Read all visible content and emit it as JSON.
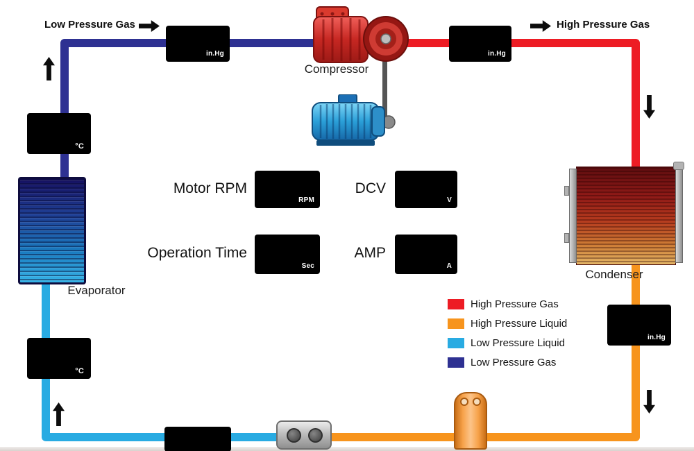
{
  "flow": {
    "inlet_label": "Low Pressure Gas",
    "outlet_label": "High Pressure Gas"
  },
  "components": {
    "compressor": "Compressor",
    "condenser": "Condenser",
    "evaporator": "Evaporator"
  },
  "panel": {
    "motor_rpm": "Motor RPM",
    "dcv": "DCV",
    "operation_time": "Operation Time",
    "amp": "AMP"
  },
  "displays": {
    "suction_pressure_unit": "in.Hg",
    "discharge_pressure_unit": "in.Hg",
    "evaporator_outlet_temp_unit": "°C",
    "evaporator_inlet_temp_unit": "°C",
    "liquid_line_pressure_unit": "in.Hg",
    "motor_rpm_unit": "RPM",
    "dcv_unit": "V",
    "operation_time_unit": "Sec",
    "amp_unit": "A"
  },
  "legend": {
    "items": [
      {
        "label": "High Pressure Gas",
        "color": "#ed1c24"
      },
      {
        "label": "High Pressure Liquid",
        "color": "#f7941d"
      },
      {
        "label": "Low Pressure Liquid",
        "color": "#29abe2"
      },
      {
        "label": "Low Pressure Gas",
        "color": "#2e3192"
      }
    ]
  },
  "colors": {
    "high_pressure_gas": "#ed1c24",
    "high_pressure_liquid": "#f7941d",
    "low_pressure_liquid": "#29abe2",
    "low_pressure_gas": "#2e3192",
    "display_background": "#000000",
    "display_text": "#ffffff"
  }
}
